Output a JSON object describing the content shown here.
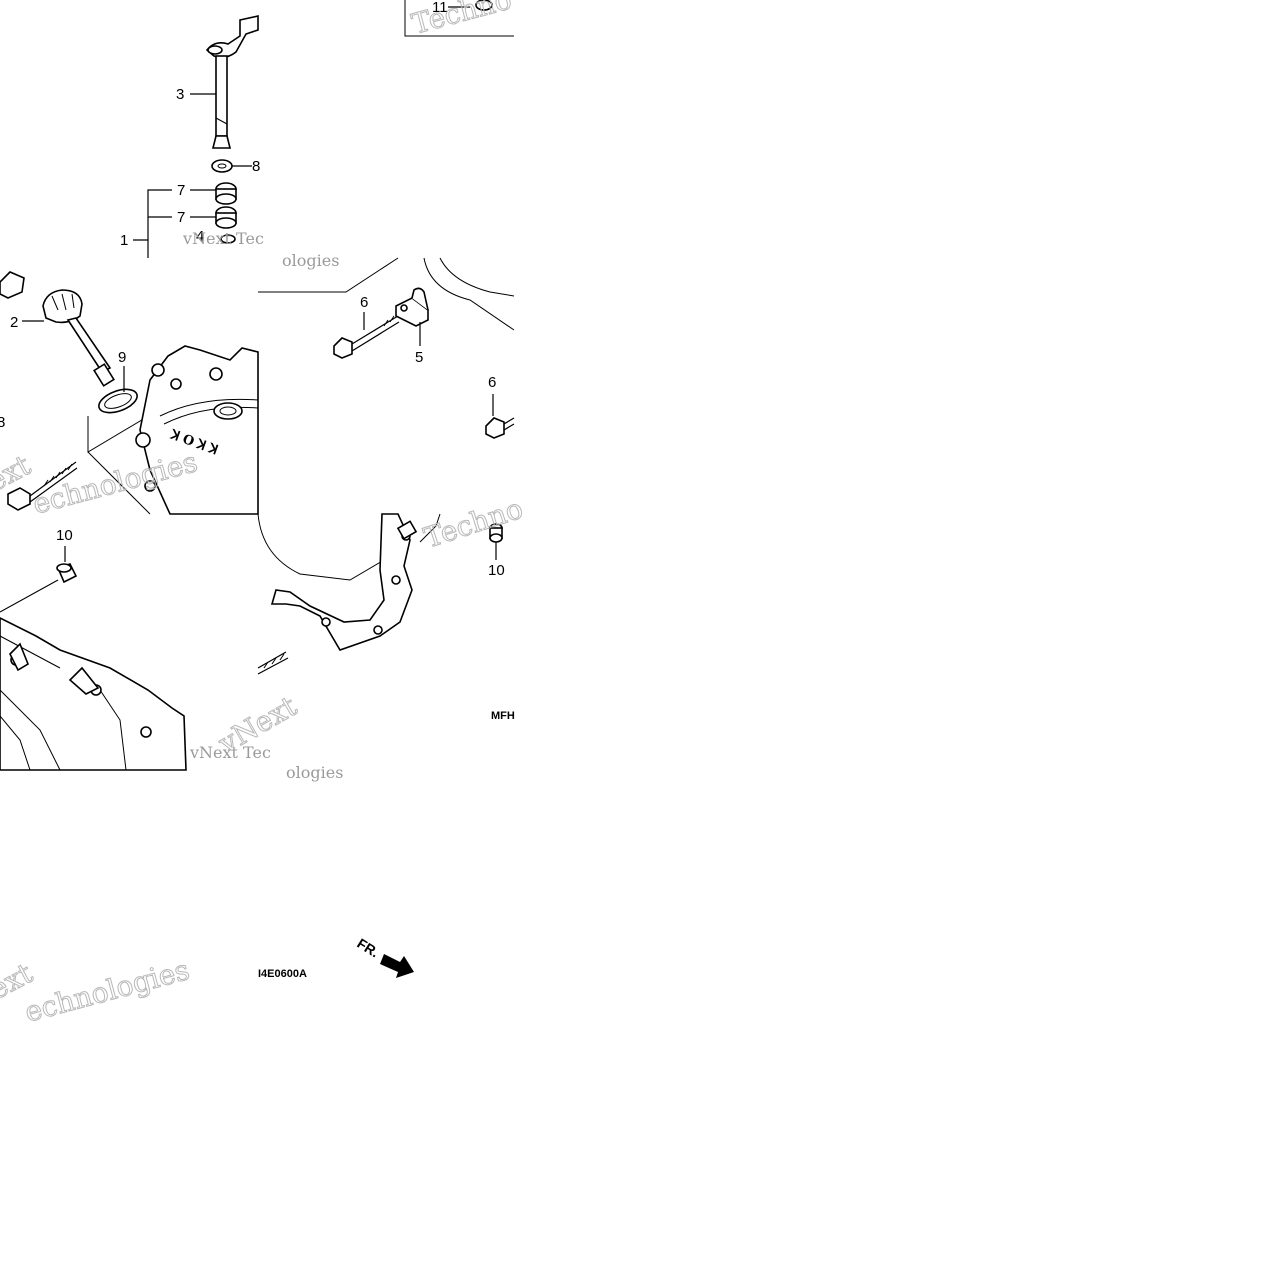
{
  "labels": {
    "p1": "1",
    "p2": "2",
    "p3": "3",
    "p4": "4",
    "p5": "5",
    "p6a": "6",
    "p6b": "6",
    "p7a": "7",
    "p7b": "7",
    "p8a": "8",
    "p8b": "8",
    "p9": "9",
    "p10a": "10",
    "p10b": "10",
    "p11": "11"
  },
  "codes": {
    "mfh": "MFH",
    "drawing": "I4E0600A"
  },
  "direction": {
    "text": "FR."
  },
  "watermark": {
    "line1": "vNext",
    "line2": "Technologies",
    "short1": "vNext Tec",
    "short2": "ologies",
    "frag1": "Techno",
    "frag2": "echnologies",
    "frag3": "ext"
  }
}
